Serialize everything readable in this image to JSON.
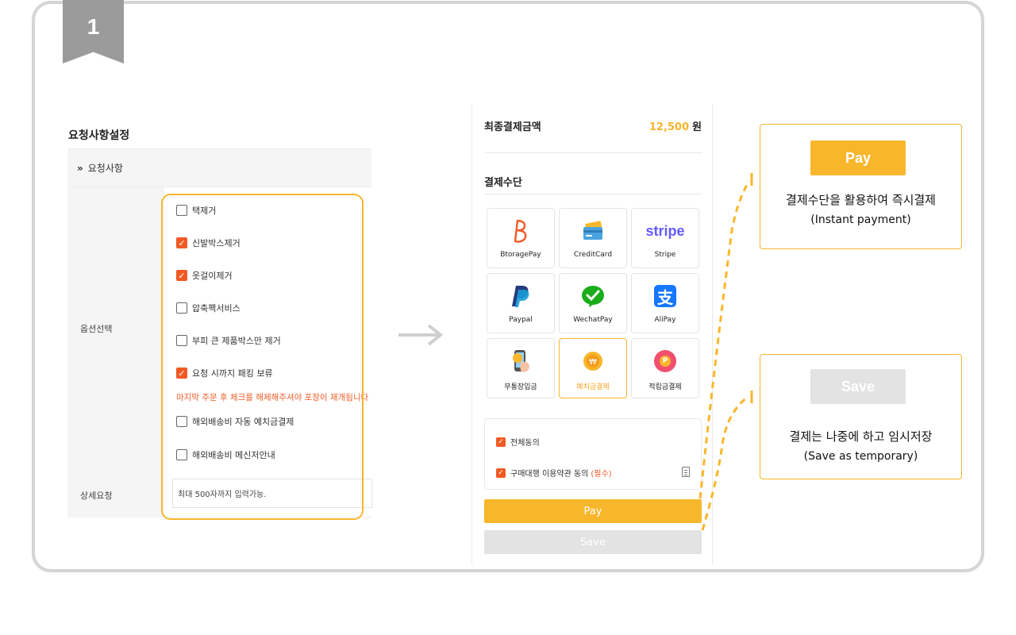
{
  "step_number": "1",
  "request_settings": {
    "title": "요청사항설정",
    "header": "요청사항",
    "option_label": "옵션선택",
    "detail_label": "상세요청",
    "options": [
      {
        "label": "택제거",
        "checked": false
      },
      {
        "label": "신발박스제거",
        "checked": true
      },
      {
        "label": "옷걸이제거",
        "checked": true
      },
      {
        "label": "압축팩서비스",
        "checked": false
      },
      {
        "label": "부피 큰 제품박스만 제거",
        "checked": false
      },
      {
        "label": "요청 시까지 패킹 보류",
        "checked": true
      },
      {
        "label": "해외배송비 자동 예치금결제",
        "checked": false
      },
      {
        "label": "해외배송비 메신저안내",
        "checked": false
      }
    ],
    "notice": "마지막 주문 후 체크를 해제해주셔야 포장이 재개됩니다",
    "detail_placeholder": "최대 500자까지 입력가능."
  },
  "payment": {
    "total_label": "최종결제금액",
    "total_amount": "12,500",
    "currency": "원",
    "method_title": "결제수단",
    "methods": [
      {
        "label": "BtoragePay",
        "icon": "btoragepay-icon",
        "selected": false
      },
      {
        "label": "CreditCard",
        "icon": "credit-card-icon",
        "selected": false
      },
      {
        "label": "Stripe",
        "icon": "stripe-icon",
        "icon_text": "stripe",
        "selected": false
      },
      {
        "label": "Paypal",
        "icon": "paypal-icon",
        "selected": false
      },
      {
        "label": "WechatPay",
        "icon": "wechat-icon",
        "selected": false
      },
      {
        "label": "AliPay",
        "icon": "alipay-icon",
        "icon_text": "支",
        "selected": false
      },
      {
        "label": "무통장입금",
        "icon": "bank-transfer-icon",
        "selected": false
      },
      {
        "label": "예치금결제",
        "icon": "deposit-coin-icon",
        "selected": true
      },
      {
        "label": "적립금결제",
        "icon": "points-icon",
        "icon_text": "P",
        "selected": false
      }
    ],
    "agree_all": "전체동의",
    "agree_terms": "구매대행 이용약관 동의",
    "agree_required": "(필수)",
    "pay_button": "Pay",
    "save_button": "Save"
  },
  "callouts": {
    "pay": {
      "button": "Pay",
      "text": "결제수단을 활용하여 즉시결제",
      "sub": "(Instant payment)"
    },
    "save": {
      "button": "Save",
      "text": "결제는 나중에 하고 임시저장",
      "sub": "(Save as temporary)"
    }
  },
  "colors": {
    "accent": "#f8b62b",
    "checked": "#f15a24",
    "disabled": "#e3e3e3"
  }
}
